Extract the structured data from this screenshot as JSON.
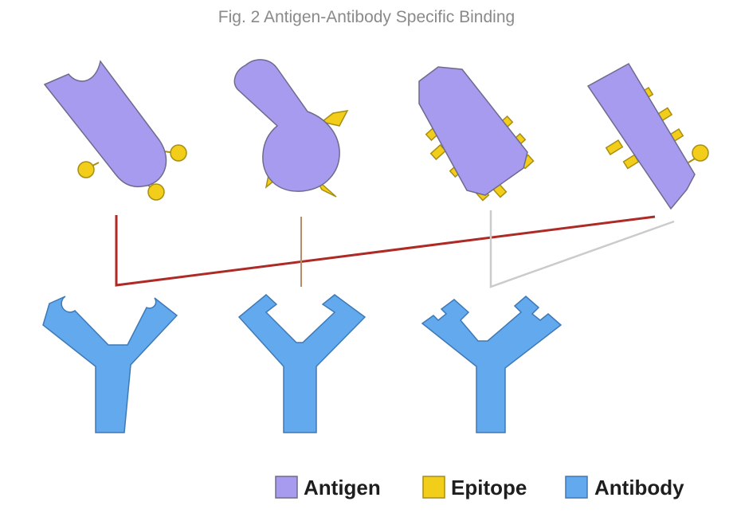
{
  "title": "Fig. 2 Antigen-Antibody Specific Binding",
  "colors": {
    "antigen": "#a79bf0",
    "epitope": "#f2cd1a",
    "antibody": "#62a9ee",
    "antigen_outline": "#6e6a8c",
    "epitope_outline": "#a88e12",
    "antibody_outline": "#3f79b6",
    "link_dark_red": "#ad2a25",
    "link_tan": "#b98c65",
    "link_gray": "#cbcbcb"
  },
  "legend": [
    {
      "label": "Antigen",
      "color": "#a79bf0"
    },
    {
      "label": "Epitope",
      "color": "#f2cd1a"
    },
    {
      "label": "Antibody",
      "color": "#62a9ee"
    }
  ],
  "antigens": [
    {
      "epitope_shape": "round knob"
    },
    {
      "epitope_shape": "triangle spike"
    },
    {
      "epitope_shape": "rectangular tab"
    },
    {
      "epitope_shape": "rectangular tab + round knob"
    }
  ],
  "antibodies": [
    {
      "binding_site_shape": "round notch"
    },
    {
      "binding_site_shape": "triangular notch"
    },
    {
      "binding_site_shape": "rectangular notch"
    }
  ]
}
